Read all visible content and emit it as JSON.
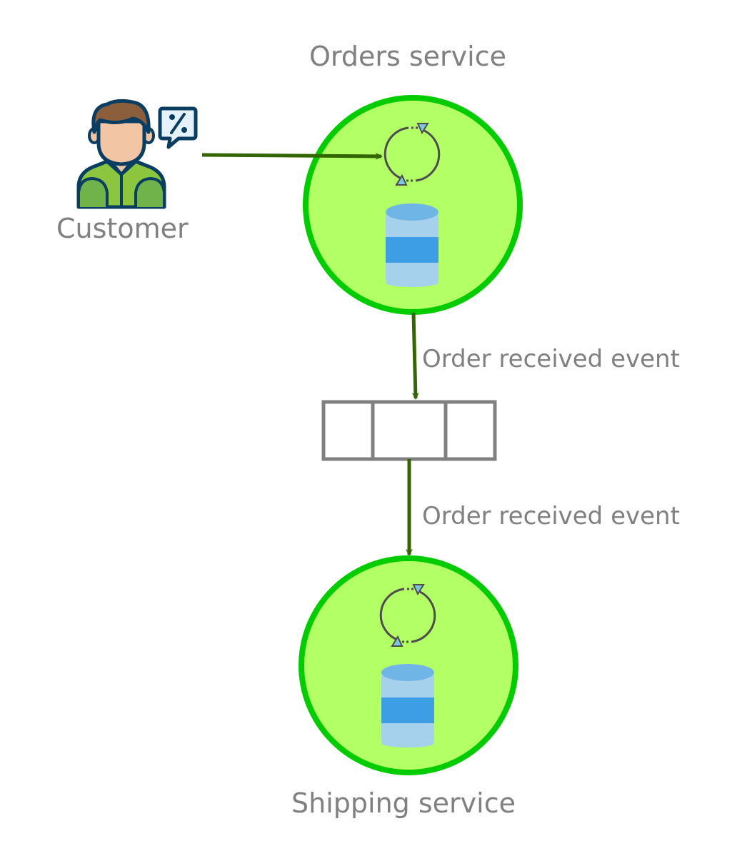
{
  "services": {
    "orders": {
      "title": "Orders service"
    },
    "shipping": {
      "title": "Shipping service"
    }
  },
  "actor": {
    "label": "Customer",
    "icon": "customer-discount-chat-icon"
  },
  "edges": {
    "orders_to_queue": {
      "label": "Order received event"
    },
    "queue_to_shipping": {
      "label": "Order received event"
    }
  },
  "icons": {
    "process": "sync-cycle-icon",
    "storage": "database-icon",
    "queue": "message-queue-icon"
  },
  "colors": {
    "service_fill": "#b3ff66",
    "service_stroke": "#00cc00",
    "arrow": "#336600",
    "queue_stroke": "#808080",
    "text": "#808080",
    "db_light": "#a6d1ec",
    "db_mid": "#3d9ee6",
    "db_top": "#6fb6e6"
  }
}
